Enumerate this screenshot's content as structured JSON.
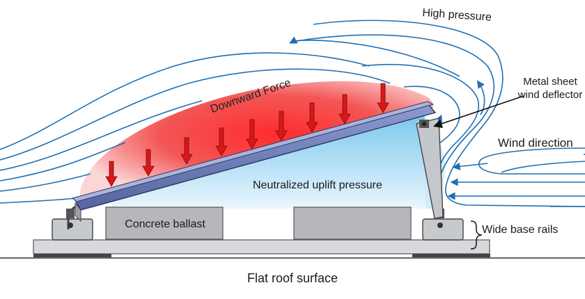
{
  "labels": {
    "high_pressure": "High pressure",
    "metal_sheet": "Metal sheet wind deflector",
    "wind_direction": "Wind direction",
    "wide_base_rails": "Wide base rails",
    "flat_roof": "Flat roof surface",
    "downward_force": "Downward Force",
    "neutralized_uplift": "Neutralized uplift pressure",
    "concrete_ballast": "Concrete ballast"
  },
  "colors": {
    "wind_lines": "#1f6fb2",
    "force_arrows": "#d81818",
    "pressure_zone": "#f23a3a",
    "uplift_zone": "#8fd0ef",
    "panel": "#6f7fb8",
    "frame": "#9aa0a8",
    "ballast": "#b5b7ba",
    "rail": "#d7d9dc"
  },
  "icons": {
    "force": "red-down-arrow-icon",
    "wind": "blue-flow-arrow-icon",
    "bolt": "bolt-icon"
  }
}
